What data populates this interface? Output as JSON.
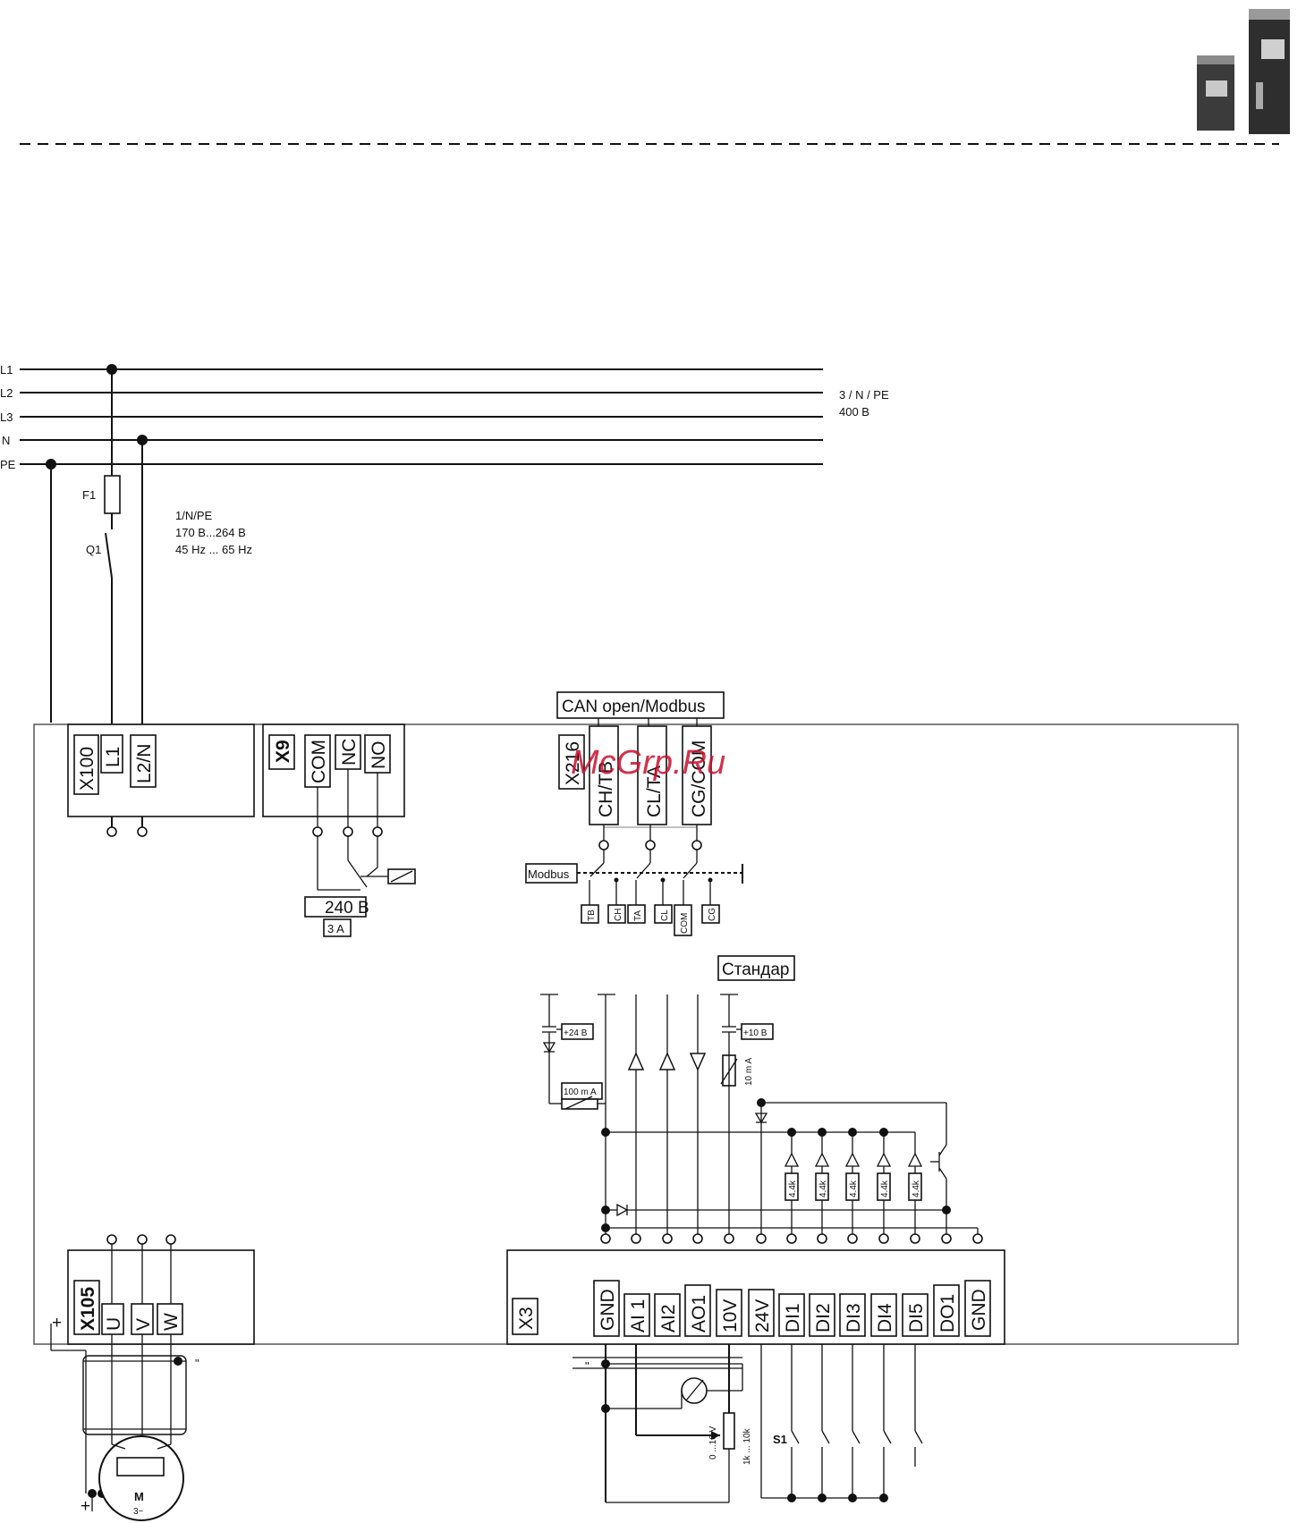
{
  "supply": {
    "bus_labels": [
      "L1",
      "L2",
      "L3",
      "N",
      "PE"
    ],
    "mains_note": [
      "3 / N / PE",
      "400 B"
    ],
    "fuse_label": "F1",
    "switch_label": "Q1",
    "input_note": [
      "1/N/PE",
      "170 B...264  B",
      "45 Hz ... 65 Hz"
    ]
  },
  "terminals": {
    "x100": {
      "name": "X100",
      "pins": [
        "L1",
        "L2/N"
      ]
    },
    "x9": {
      "name": "X9",
      "pins": [
        "COM",
        "NC",
        "NO"
      ],
      "rating_v": "240 B",
      "rating_a": "3 A"
    },
    "x216": {
      "name": "X216",
      "pins": [
        "CH/TB",
        "CL/TA",
        "CG/COM"
      ],
      "bus_title": "CAN open/Modbus"
    },
    "x105": {
      "name": "X105",
      "pins": [
        "U",
        "V",
        "W"
      ]
    },
    "x3": {
      "name": "X3",
      "pins": [
        "GND",
        "AI 1",
        "AI2",
        "AO1",
        "10V",
        "24V",
        "DI1",
        "DI2",
        "DI3",
        "DI4",
        "DI5",
        "DO1",
        "GND"
      ]
    }
  },
  "modbus": {
    "label": "Modbus",
    "pins": [
      "TB",
      "CH",
      "TA",
      "CL",
      "COM",
      "CG"
    ]
  },
  "io": {
    "standard_label": "Стандар",
    "plus24": "+24  B",
    "plus10": "+10 B",
    "ma100": "100 m A",
    "ma10": "10 m A",
    "resistor": "4.4k",
    "pot_range": "0 ...10 V",
    "pot_value": "1k ... 10k",
    "switch_label": "S1"
  },
  "motor": {
    "label": "M",
    "phase": "3~",
    "plus_top": "+",
    "plus_bottom": "+",
    "mark": "\""
  },
  "watermark": "McGrp.Ru"
}
